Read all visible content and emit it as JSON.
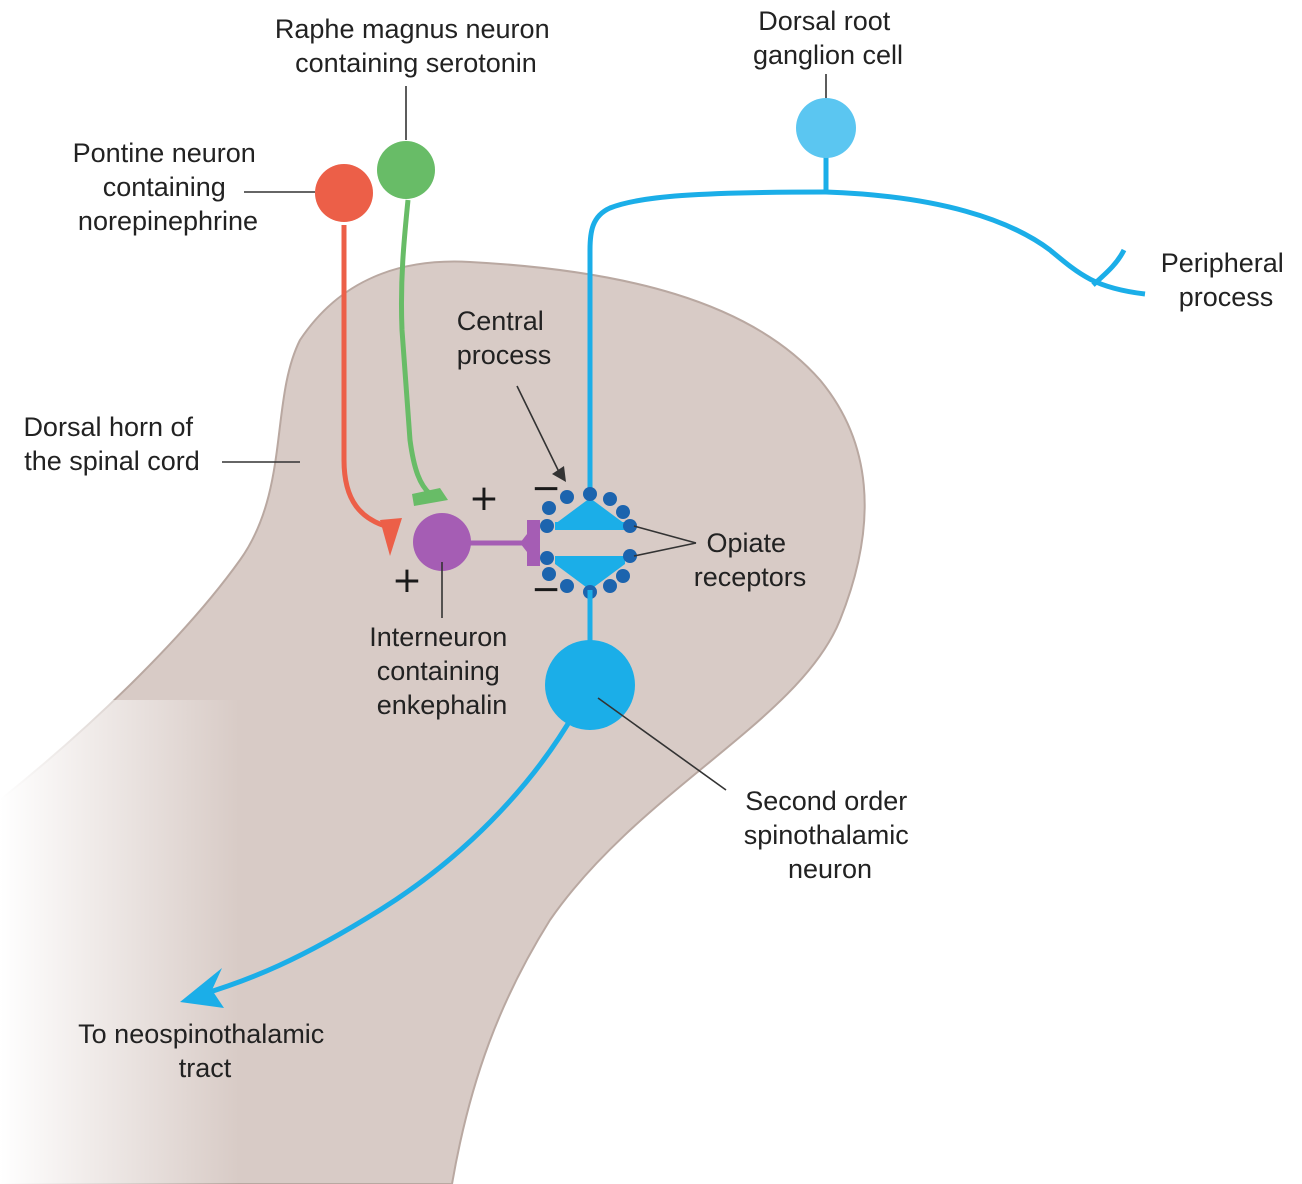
{
  "labels": {
    "raphe": [
      "Raphe magnus neuron",
      "containing serotonin"
    ],
    "pontine": [
      "Pontine neuron",
      "containing",
      "norepinephrine"
    ],
    "drg": [
      "Dorsal root",
      "ganglion cell"
    ],
    "peripheral": [
      "Peripheral",
      "process"
    ],
    "central": [
      "Central",
      "process"
    ],
    "dorsal_horn": [
      "Dorsal horn of",
      "the spinal cord"
    ],
    "opiate": [
      "Opiate",
      "receptors"
    ],
    "interneuron": [
      "Interneuron",
      "containing",
      "enkephalin"
    ],
    "second_order": [
      "Second order",
      "spinothalamic",
      "neuron"
    ],
    "tract": [
      "To neospinothalamic",
      "tract"
    ]
  },
  "signs": {
    "plus": "+",
    "minus": "−"
  },
  "colors": {
    "spinal_cord": "#d8cbc6",
    "spinal_cord_outline": "#b9a8a1",
    "norepinephrine_neuron": "#ec5f48",
    "serotonin_neuron": "#68bc67",
    "interneuron": "#a55db4",
    "sensory_neuron": "#1baee8",
    "drg_cell": "#5bc6f1",
    "receptor": "#1c64ae",
    "leader_line": "#333333"
  }
}
